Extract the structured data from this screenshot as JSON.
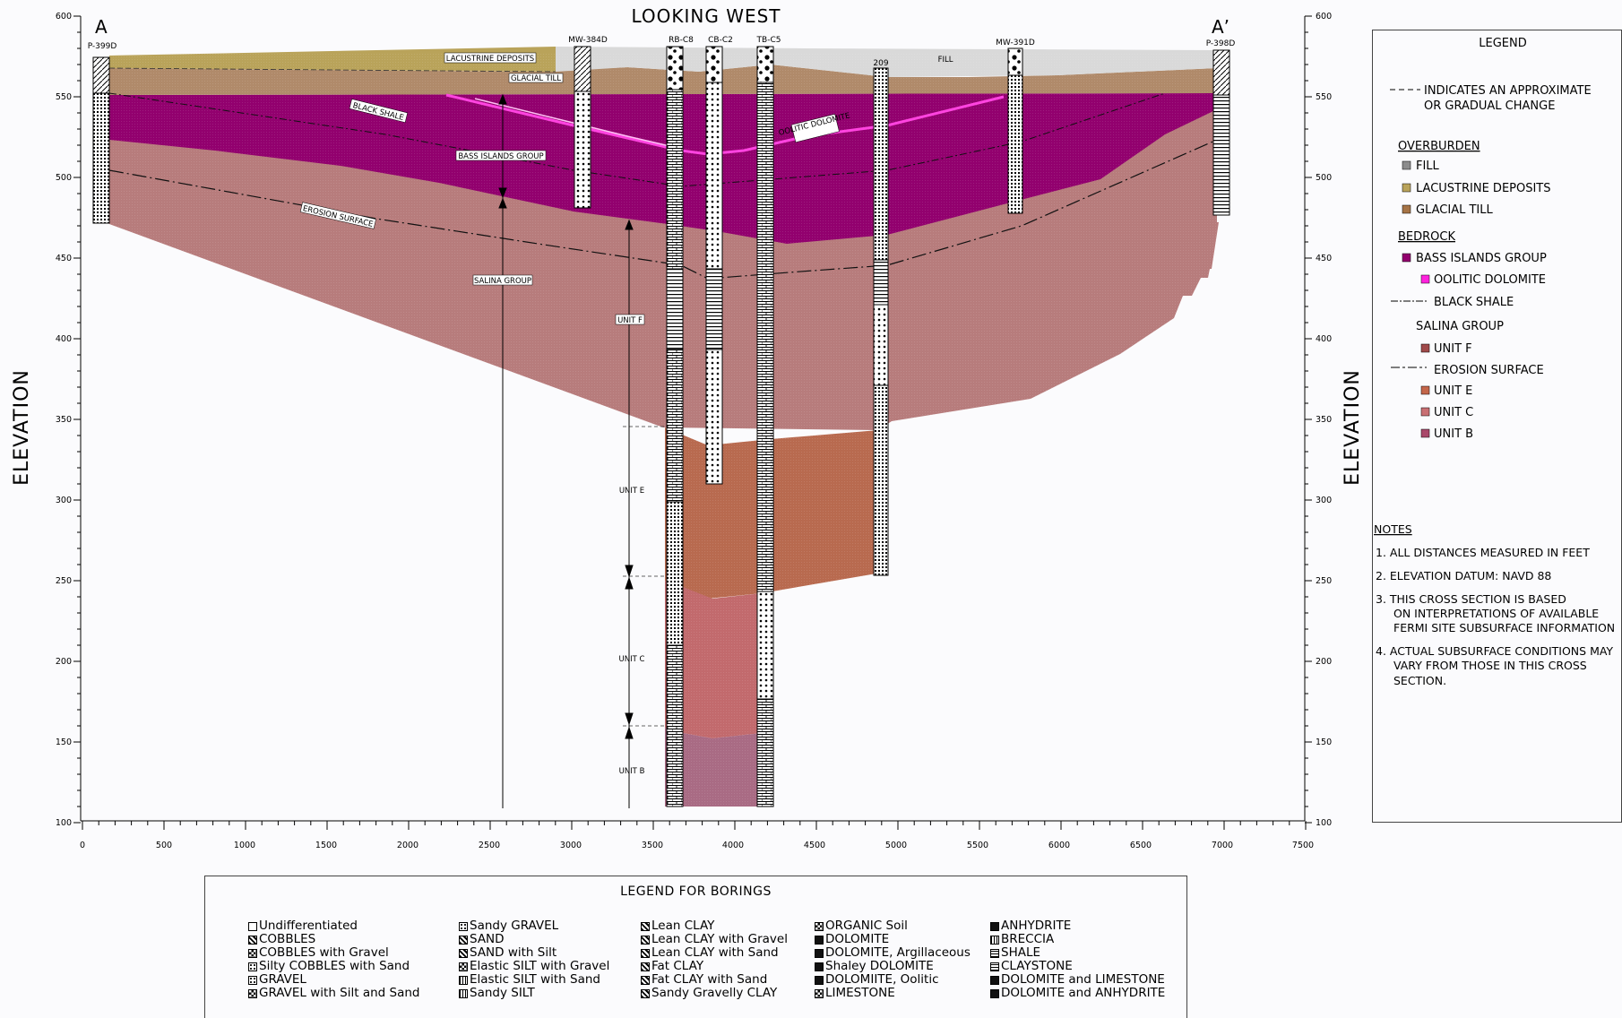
{
  "title": "LOOKING WEST",
  "section_start": "A",
  "section_end": "A’",
  "axis": {
    "y_label": "ELEVATION",
    "y_ticks": [
      "600",
      "550",
      "500",
      "450",
      "400",
      "350",
      "300",
      "250",
      "200",
      "150",
      "100"
    ],
    "x_ticks": [
      "0",
      "500",
      "1000",
      "1500",
      "2000",
      "2500",
      "3000",
      "3500",
      "4000",
      "4500",
      "5000",
      "5500",
      "6000",
      "6500",
      "7000",
      "7500"
    ]
  },
  "borings": [
    {
      "name": "P-399D"
    },
    {
      "name": "MW-384D"
    },
    {
      "name": "RB-C8"
    },
    {
      "name": "CB-C2"
    },
    {
      "name": "TB-C5"
    },
    {
      "name": "209"
    },
    {
      "name": "MW-391D"
    },
    {
      "name": "P-398D"
    }
  ],
  "strata_labels": {
    "lacustrine": "LACUSTRINE DEPOSITS",
    "glacial_till": "GLACIAL TILL",
    "fill": "FILL",
    "black_shale": "BLACK SHALE",
    "bass_islands": "BASS ISLANDS GROUP",
    "oolitic": "OOLITIC DOLOMITE",
    "erosion": "EROSION SURFACE",
    "salina": "SALINA GROUP",
    "unit_f": "UNIT F",
    "unit_e": "UNIT E",
    "unit_c": "UNIT C",
    "unit_b": "UNIT B"
  },
  "legend": {
    "title": "LEGEND",
    "approx_line1": "INDICATES AN APPROXIMATE",
    "approx_line2": "OR GRADUAL CHANGE",
    "overburden": "OVERBURDEN",
    "fill": "FILL",
    "lacustrine": "LACUSTRINE DEPOSITS",
    "glacial": "GLACIAL TILL",
    "bedrock": "BEDROCK",
    "bass": "BASS ISLANDS GROUP",
    "oolitic": "OOLITIC DOLOMITE",
    "black_shale": "BLACK SHALE",
    "salina": "SALINA GROUP",
    "unit_f": "UNIT F",
    "erosion": "EROSION SURFACE",
    "unit_e": "UNIT E",
    "unit_c": "UNIT C",
    "unit_b": "UNIT B"
  },
  "notes": {
    "title": "NOTES",
    "n1": "1.  ALL DISTANCES MEASURED IN FEET",
    "n2": "2.  ELEVATION DATUM: NAVD 88",
    "n3a": "3.  THIS CROSS SECTION IS BASED",
    "n3b": "ON INTERPRETATIONS OF AVAILABLE",
    "n3c": "FERMI SITE SUBSURFACE INFORMATION",
    "n4a": "4.  ACTUAL SUBSURFACE CONDITIONS MAY",
    "n4b": "VARY FROM THOSE IN THIS CROSS",
    "n4c": "SECTION."
  },
  "colors": {
    "fill": "#d9d9d9",
    "lacustrine": "#b9a35a",
    "glacial": "#b08a6a",
    "bass": "#92006e",
    "oolitic": "#ff33dd",
    "unit_f": "#b77c7c",
    "unit_e": "#b86a4f",
    "unit_c": "#c26a6d",
    "unit_b": "#a96b84"
  },
  "boring_legend": {
    "title": "LEGEND FOR BORINGS",
    "col1": [
      "Undifferentiated",
      "COBBLES",
      "COBBLES with Gravel",
      "Silty COBBLES with Sand",
      "GRAVEL",
      "GRAVEL with Silt and Sand"
    ],
    "col2": [
      "Sandy GRAVEL",
      "SAND",
      "SAND with Silt",
      "Elastic SILT with Gravel",
      "Elastic SILT with Sand",
      "Sandy SILT"
    ],
    "col3": [
      "Lean CLAY",
      "Lean CLAY with Gravel",
      "Lean CLAY with Sand",
      "Fat CLAY",
      "Fat CLAY with Sand",
      "Sandy Gravelly CLAY"
    ],
    "col4": [
      "ORGANIC Soil",
      "DOLOMITE",
      "DOLOMITE, Argillaceous",
      "Shaley DOLOMITE",
      "DOLOMIITE, Oolitic",
      "LIMESTONE"
    ],
    "col5": [
      "ANHYDRITE",
      "BRECCIA",
      "SHALE",
      "CLAYSTONE",
      "DOLOMITE and LIMESTONE",
      "DOLOMITE and ANHYDRITE"
    ]
  }
}
